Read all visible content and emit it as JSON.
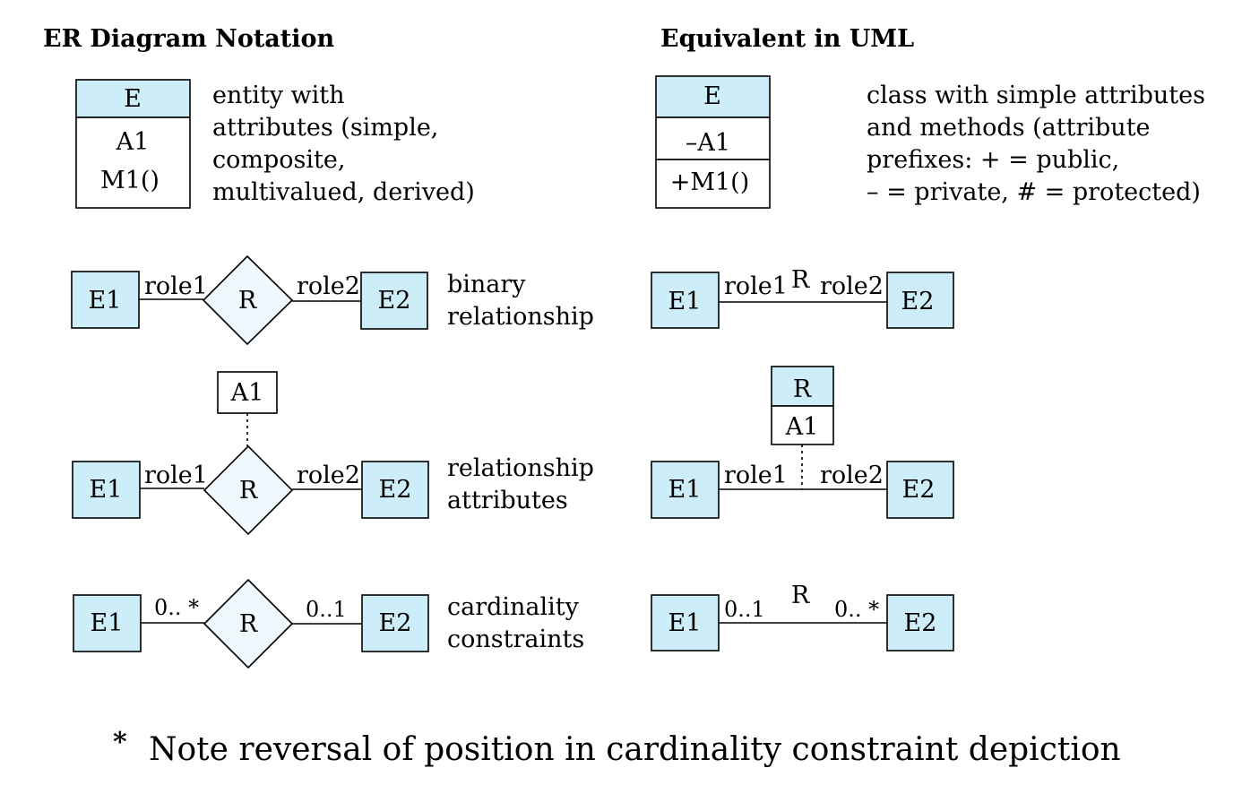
{
  "headings": {
    "er": "ER Diagram Notation",
    "uml": "Equivalent in UML"
  },
  "row1": {
    "er_entity": {
      "name": "E",
      "attr": "A1",
      "method": "M1()"
    },
    "er_desc": [
      "entity with",
      "attributes (simple,",
      "composite,",
      "multivalued, derived)"
    ],
    "uml_class": {
      "name": "E",
      "attr": "–A1",
      "method": "+M1()"
    },
    "uml_desc": [
      "class with simple attributes",
      "and methods (attribute",
      "prefixes:  +  =  public,",
      "– =  private, # = protected)"
    ]
  },
  "row2": {
    "er": {
      "e1": "E1",
      "e2": "E2",
      "r": "R",
      "role1": "role1",
      "role2": "role2"
    },
    "desc": [
      "binary",
      "relationship"
    ],
    "uml": {
      "e1": "E1",
      "e2": "E2",
      "r": "R",
      "role1": "role1",
      "role2": "role2"
    }
  },
  "row3": {
    "er": {
      "e1": "E1",
      "e2": "E2",
      "r": "R",
      "role1": "role1",
      "role2": "role2",
      "attr": "A1"
    },
    "desc": [
      "relationship",
      "attributes"
    ],
    "uml": {
      "e1": "E1",
      "e2": "E2",
      "r": "R",
      "role1": "role1",
      "role2": "role2",
      "attr": "A1"
    }
  },
  "row4": {
    "er": {
      "e1": "E1",
      "e2": "E2",
      "r": "R",
      "card_left": "0.. *",
      "card_right": "0..1"
    },
    "desc": [
      "cardinality",
      "constraints"
    ],
    "uml": {
      "e1": "E1",
      "e2": "E2",
      "r": "R",
      "card_left": "0..1",
      "card_right": "0.. *"
    }
  },
  "note": {
    "star": "*",
    "text": "Note reversal of position in cardinality constraint depiction"
  },
  "colors": {
    "entity_fill": "#cdeef8",
    "diamond_fill": "#eef8fd",
    "note_star": "#1f3a93"
  }
}
